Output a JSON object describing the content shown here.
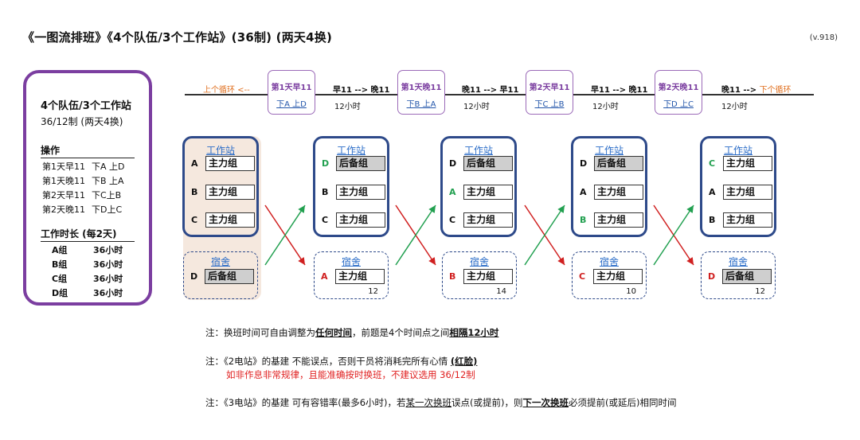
{
  "title": "《一图流排班》《4个队伍/3个工作站》(36制) (两天4换)",
  "version": "(v.918)",
  "panel": {
    "title": "4个队伍/3个工作站",
    "subtitle": "36/12制 (两天4换)",
    "ops_header": "操作",
    "ops": [
      {
        "k": "第1天早11",
        "v": "下A 上D"
      },
      {
        "k": "第1天晚11",
        "v": "下B 上A"
      },
      {
        "k": "第2天早11",
        "v": "下C上B"
      },
      {
        "k": "第2天晚11",
        "v": "下D上C"
      }
    ],
    "dur_header": "工作时长 (每2天)",
    "durations": [
      {
        "k": "A组",
        "v": "36小时"
      },
      {
        "k": "B组",
        "v": "36小时"
      },
      {
        "k": "C组",
        "v": "36小时"
      },
      {
        "k": "D组",
        "v": "36小时"
      }
    ]
  },
  "timeline": {
    "prev_cycle": "上个循环 <--",
    "next_cycle": "下个循环",
    "boxes": [
      {
        "time": "第1天早11",
        "action": "下A 上D"
      },
      {
        "time": "第1天晚11",
        "action": "下B 上A"
      },
      {
        "time": "第2天早11",
        "action": "下C 上B"
      },
      {
        "time": "第2天晚11",
        "action": "下D 上C"
      }
    ],
    "segments": [
      {
        "label": "早11 --> 晚11",
        "hours": "12小时"
      },
      {
        "label": "晚11 --> 早11",
        "hours": "12小时"
      },
      {
        "label": "早11 --> 晚11",
        "hours": "12小时"
      },
      {
        "label": "晚11 --> ",
        "hours": "12小时"
      }
    ]
  },
  "station_header": "工作站",
  "dorm_header": "宿舍",
  "states": [
    {
      "station": [
        {
          "letter": "A",
          "role": "主力组"
        },
        {
          "letter": "B",
          "role": "主力组"
        },
        {
          "letter": "C",
          "role": "主力组"
        }
      ],
      "dorm": {
        "letter": "D",
        "role": "后备组",
        "num": ""
      }
    },
    {
      "station": [
        {
          "letter": "D",
          "role": "后备组"
        },
        {
          "letter": "B",
          "role": "主力组"
        },
        {
          "letter": "C",
          "role": "主力组"
        }
      ],
      "dorm": {
        "letter": "A",
        "role": "主力组",
        "num": "12"
      }
    },
    {
      "station": [
        {
          "letter": "D",
          "role": "后备组"
        },
        {
          "letter": "A",
          "role": "主力组"
        },
        {
          "letter": "C",
          "role": "主力组"
        }
      ],
      "dorm": {
        "letter": "B",
        "role": "主力组",
        "num": "14"
      }
    },
    {
      "station": [
        {
          "letter": "D",
          "role": "后备组"
        },
        {
          "letter": "A",
          "role": "主力组"
        },
        {
          "letter": "B",
          "role": "主力组"
        }
      ],
      "dorm": {
        "letter": "C",
        "role": "主力组",
        "num": "10"
      }
    },
    {
      "station": [
        {
          "letter": "C",
          "role": "主力组"
        },
        {
          "letter": "A",
          "role": "主力组"
        },
        {
          "letter": "B",
          "role": "主力组"
        }
      ],
      "dorm": {
        "letter": "D",
        "role": "后备组",
        "num": "12"
      }
    }
  ],
  "notes": {
    "n1_a": "注：换班时间可自由调整为",
    "n1_b": "任何时间",
    "n1_c": "，前题是4个时间点之间",
    "n1_d": "相隔12小时",
    "n2_a": "注：《2电站》的基建 不能误点，否则干员将消耗完所有心情",
    "n2_b": "(红脸)",
    "n2_red": "如非作息非常规律，且能准确按时换班，不建议选用 36/12制",
    "n3_a": "注：《3电站》的基建 可有容错率(最多6小时)，若",
    "n3_b": "某一次换班",
    "n3_c": "误点(或提前)，则",
    "n3_d": "下一次换班",
    "n3_e": "必须提前(或延后)相同时间"
  },
  "colors": {
    "purple": "#7b3ea0",
    "navy": "#2e4a8a",
    "green": "#22a050",
    "red": "#d02020",
    "orange": "#e07020"
  }
}
